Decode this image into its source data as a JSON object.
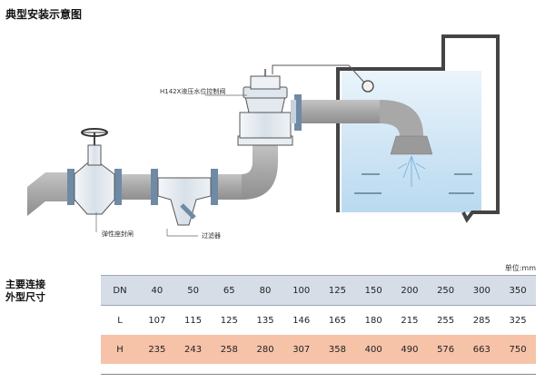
{
  "title": "典型安装示意图",
  "labels": {
    "control_valve": "H142X液压水位控制阀",
    "gate_valve": "弹性座封闸",
    "filter": "过滤器"
  },
  "side_title_line1": "主要连接",
  "side_title_line2": "外型尺寸",
  "unit": "单位:mm",
  "table": {
    "header_label": "DN",
    "header": [
      "40",
      "50",
      "65",
      "80",
      "100",
      "125",
      "150",
      "200",
      "250",
      "300",
      "350"
    ],
    "rows": [
      {
        "label": "L",
        "values": [
          "107",
          "115",
          "125",
          "135",
          "146",
          "165",
          "180",
          "215",
          "255",
          "285",
          "325"
        ]
      },
      {
        "label": "H",
        "values": [
          "235",
          "243",
          "258",
          "280",
          "307",
          "358",
          "400",
          "490",
          "576",
          "663",
          "750"
        ]
      }
    ]
  },
  "colors": {
    "pipe": "#a9a9a9",
    "water": "#cfe6f5",
    "row_dn": "#d6dde7",
    "row_h": "#f6c3a9"
  }
}
